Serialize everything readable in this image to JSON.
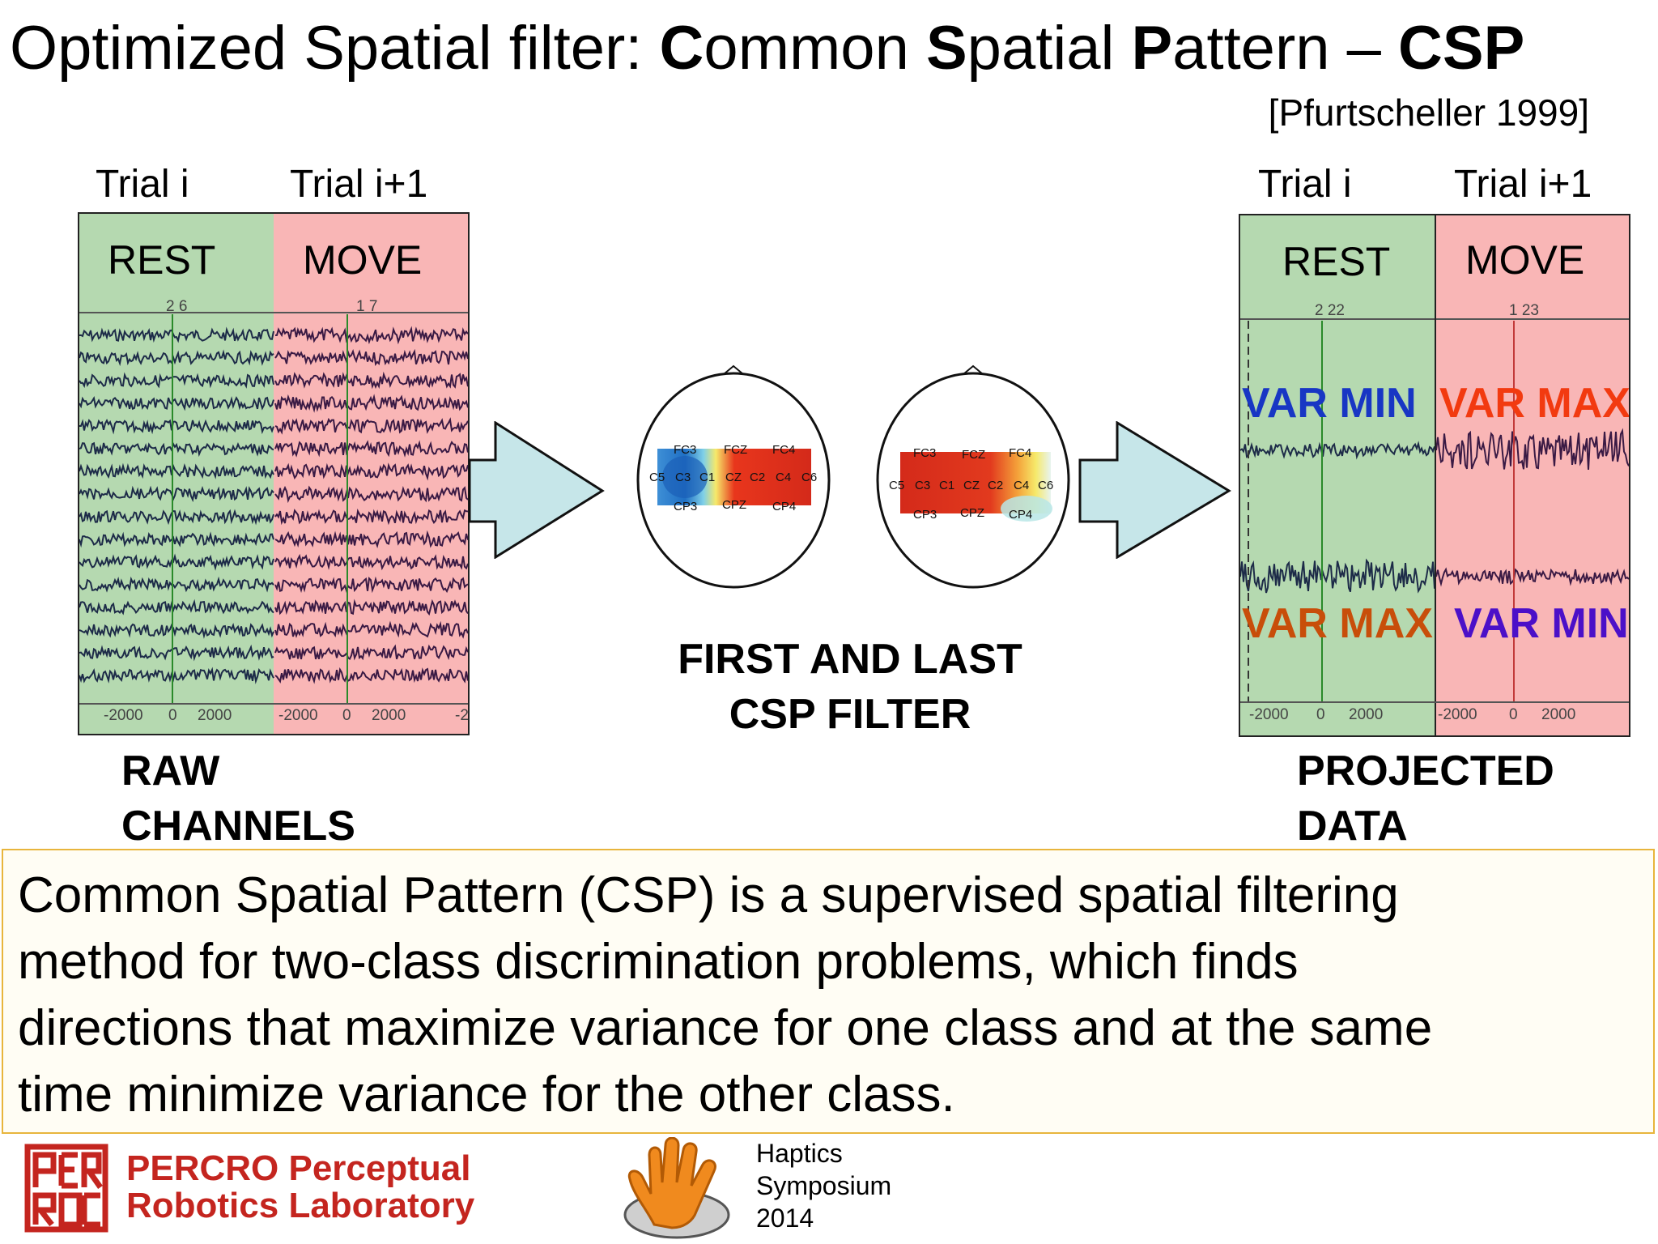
{
  "title": {
    "part1": "Optimized Spatial filter: ",
    "part2_bold": "C",
    "part3": "ommon ",
    "part4_bold": "S",
    "part5": "patial ",
    "part6_bold": "P",
    "part7": "attern – ",
    "part8_bold": "CSP"
  },
  "citation": "[Pfurtscheller 1999]",
  "raw_panel": {
    "trial_i": "Trial  i",
    "trial_i1": "Trial  i+1",
    "rest": "REST",
    "move": "MOVE",
    "marker_rest": "2 6",
    "marker_move": "1 7",
    "ticks": [
      "-2000",
      "0",
      "2000",
      "-2000",
      "0",
      "2000",
      "-2"
    ],
    "caption_line1": "RAW",
    "caption_line2": "CHANNELS"
  },
  "filter_panel": {
    "electrodes_top": [
      "FC3",
      "FCZ",
      "FC4"
    ],
    "electrodes_mid": [
      "C5",
      "C3",
      "C1",
      "CZ",
      "C2",
      "C4",
      "C6"
    ],
    "electrodes_bottom": [
      "CP3",
      "CPZ",
      "CP4"
    ],
    "caption_line1": "FIRST AND LAST",
    "caption_line2": "CSP FILTER"
  },
  "projected_panel": {
    "trial_i": "Trial  i",
    "trial_i1": "Trial  i+1",
    "rest": "REST",
    "move": "MOVE",
    "marker_rest": "2 22",
    "marker_move": "1 23",
    "var_min_top": "VAR MIN",
    "var_max_top": "VAR MAX",
    "var_max_bottom": "VAR MAX",
    "var_min_bottom": "VAR MIN",
    "ticks": [
      "-2000",
      "0",
      "2000",
      "-2000",
      "0",
      "2000"
    ],
    "caption_line1": "PROJECTED",
    "caption_line2": "DATA"
  },
  "description": {
    "line1": " Common Spatial Pattern (CSP) is a supervised spatial filtering",
    "line2": "method for two-class discrimination problems, which finds",
    "line3": "directions that maximize variance for one class and at the same",
    "line4": "time minimize variance for the other class."
  },
  "footer": {
    "lab_name_line1": "PERCRO Perceptual",
    "lab_name_line2": "Robotics Laboratory",
    "logo_letters": "PERCRO",
    "event_line1": "Haptics",
    "event_line2": "Symposium",
    "event_line3": "2014"
  },
  "colors": {
    "rest_bg": "#b5d9b0",
    "move_bg": "#f9b6b6",
    "arrow_fill": "#c6e6e9",
    "var_min_blue": "#1836c4",
    "var_max_red": "#f23a10",
    "var_max_orange": "#c84e0a",
    "var_min_purple": "#4b10c8",
    "lab_red": "#c4251f",
    "hand_orange": "#f08a1e"
  }
}
